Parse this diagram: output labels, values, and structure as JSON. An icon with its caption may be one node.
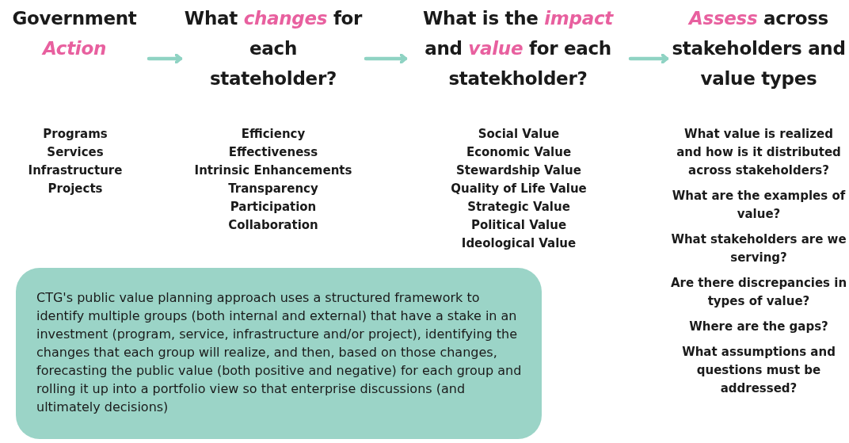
{
  "diagram": {
    "nodes": [
      {
        "text": [
          "Government *Action*"
        ]
      },
      {
        "text": [
          "What *changes* for each stateholder?"
        ]
      },
      {
        "text": [
          "What is the *impact* and *value* for each statekholder?"
        ]
      },
      {
        "text": [
          "*Assess* across stakeholders and value types"
        ]
      },
      {
        "text": [
          "CTG's public value planning approach uses a structured framework to identify multiple groups (both internal and external) that have a stake in an investment (program, service, infrastructure and/or project), identifying the changes that each group will realize, and then, based on those changes, forecasting the public value (both positive and negative) for each group and rolling it up into a portfolio view so that enterprise discussions (and ultimately decisions)"
        ]
      }
    ],
    "edges": [
      {
        "from": 0,
        "to": 1,
        "arrow": "to"
      },
      {
        "from": 1,
        "to": 2,
        "arrow": "to"
      },
      {
        "from": 2,
        "to": 3,
        "arrow": "to"
      }
    ],
    "labels": [
      "Programs",
      "Services",
      "Infrastructure",
      "Projects",
      "Efficiency",
      "Effectiveness",
      "Intrinsic Enhancements",
      "Transparency",
      "Participation",
      "Collaboration",
      "Social Value",
      "Economic Value",
      "Stewardship Value",
      "Quality of Life Value",
      "Strategic Value",
      "Political Value",
      "Ideological Value",
      "What value is realized and how is it distributed across stakeholders?",
      "What are the examples of value?",
      "What stakeholders are we serving?",
      "Are there discrepancies in types of value?",
      "Where are the gaps?",
      "What assumptions and questions must be addressed?"
    ]
  }
}
